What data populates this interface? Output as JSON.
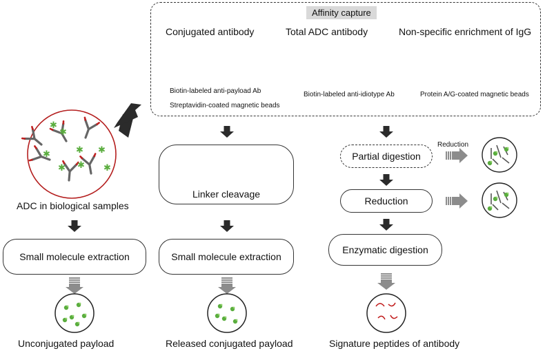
{
  "affinity": {
    "title": "Affinity capture",
    "conjugated": "Conjugated antibody",
    "total": "Total ADC antibody",
    "nonspecific": "Non-specific enrichment of IgG",
    "legend": {
      "biotin_payload": "Biotin-labeled anti-payload Ab",
      "streptavidin": "Streptavidin-coated magnetic beads",
      "biotin_idiotype": "Biotin-labeled anti-idiotype Ab",
      "protein_ag": "Protein A/G-coated magnetic beads"
    }
  },
  "left": {
    "sample_label": "ADC in biological samples",
    "extraction": "Small molecule extraction",
    "result": "Unconjugated payload"
  },
  "middle": {
    "cleavage": "Linker cleavage",
    "extraction": "Small molecule extraction",
    "result": "Released conjugated payload"
  },
  "right": {
    "partial": "Partial digestion",
    "reduction_label": "Reduction",
    "reduction": "Reduction",
    "enzymatic": "Enzymatic digestion",
    "result": "Signature peptides of antibody"
  },
  "colors": {
    "antibody": "#666666",
    "payload": "#5aad3e",
    "red_circle": "#b41e1e",
    "linker": "#d02020",
    "arrow_dark": "#2b2b2b",
    "arrow_gray": "#8c8c8c",
    "peptide": "#c01818",
    "capture_bg": "#d9d9d9"
  }
}
